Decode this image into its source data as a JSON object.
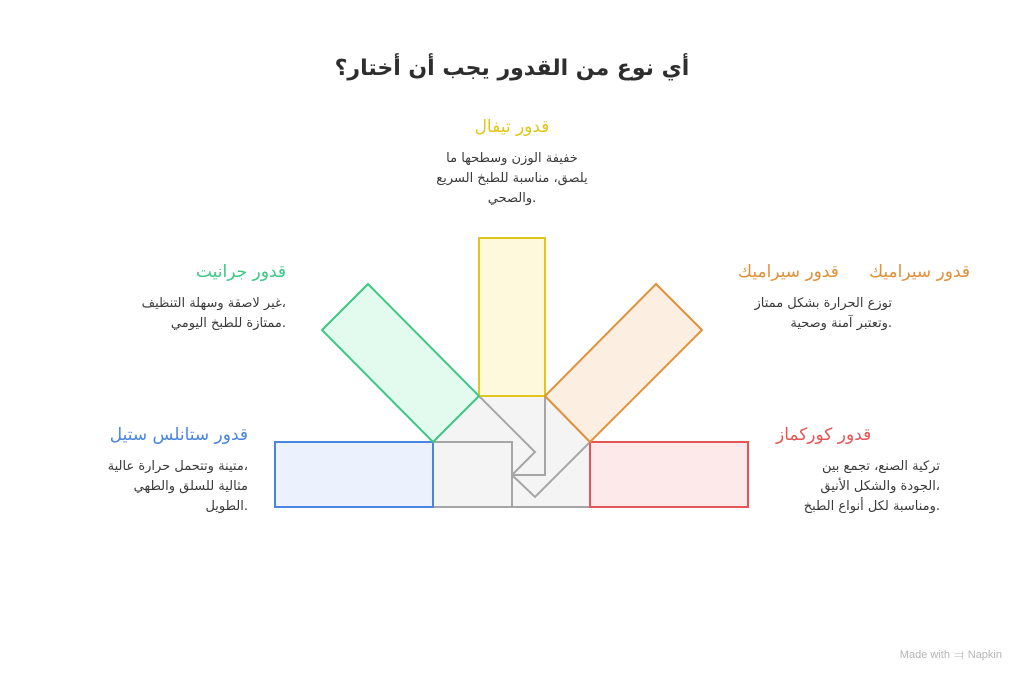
{
  "title": "أي نوع من القدور يجب أن أختار؟",
  "colors": {
    "yellow": "#e2c61c",
    "green": "#3cc783",
    "orange": "#e0913a",
    "blue": "#4a86e0",
    "red": "#e65555",
    "center": "#a6a6a6"
  },
  "items": [
    {
      "id": "teflon",
      "heading": "قدور تيفال",
      "lines": [
        "خفيفة الوزن وسطحها ما",
        "يلصق، مناسبة للطبخ السريع",
        ".والصحي"
      ]
    },
    {
      "id": "granite",
      "heading": "قدور جرانيت",
      "lines": [
        "،غير لاصقة وسهلة التنظيف",
        ".ممتازة للطبخ اليومي"
      ]
    },
    {
      "id": "ceramic",
      "heading": "قدور سيراميك",
      "lines": [
        "توزع الحرارة بشكل ممتاز",
        ".وتعتبر آمنة وصحية"
      ]
    },
    {
      "id": "stainless",
      "heading": "قدور ستانلس ستيل",
      "lines": [
        "،متينة وتتحمل حرارة عالية",
        "مثالية للسلق والطهي",
        ".الطويل"
      ]
    },
    {
      "id": "korkmaz",
      "heading": "قدور كوركماز",
      "lines": [
        "تركية الصنع، تجمع بين",
        "،الجودة والشكل الأنيق",
        ".ومناسبة لكل أنواع الطبخ"
      ]
    }
  ],
  "footer": {
    "made_with": "Made with",
    "brand": "Napkin"
  }
}
